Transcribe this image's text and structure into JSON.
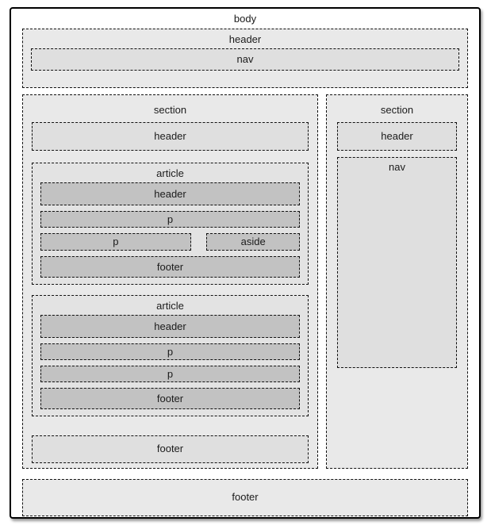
{
  "colors": {
    "level1_fill": "#e9e9e9",
    "level2_fill": "#dfdfdf",
    "article_fill": "#e3e3e3",
    "article_item_fill": "#c2c2c2",
    "border": "#111111",
    "outer_border": "#000000"
  },
  "body": {
    "label": "body"
  },
  "page_header": {
    "label": "header",
    "nav": {
      "label": "nav"
    }
  },
  "content_section": {
    "label": "section",
    "header": {
      "label": "header"
    },
    "articles": [
      {
        "label": "article",
        "header": "header",
        "p1": "p",
        "p2": "p",
        "aside": "aside",
        "footer": "footer"
      },
      {
        "label": "article",
        "header": "header",
        "p1": "p",
        "p2": "p",
        "footer": "footer"
      }
    ],
    "footer": {
      "label": "footer"
    }
  },
  "sidebar_section": {
    "label": "section",
    "header": {
      "label": "header"
    },
    "nav": {
      "label": "nav"
    }
  },
  "page_footer": {
    "label": "footer"
  }
}
